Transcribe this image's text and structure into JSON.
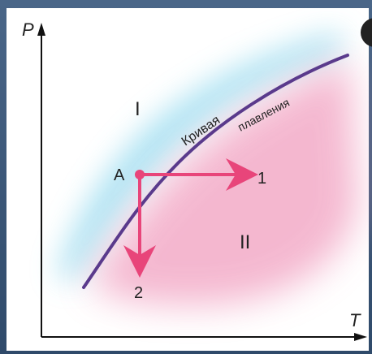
{
  "axes": {
    "y_label": "P",
    "x_label": "T"
  },
  "regions": {
    "solid": "I",
    "liquid": "II"
  },
  "curve": {
    "line1": "Кривая",
    "line2": "плавления"
  },
  "point": {
    "name": "A"
  },
  "arrows": {
    "horizontal_end": "1",
    "vertical_end": "2"
  },
  "colors": {
    "curve": "#5a3a8c",
    "arrow": "#e8457a",
    "region_blue": "#8fd8ee",
    "region_pink": "#f2a6c4"
  }
}
